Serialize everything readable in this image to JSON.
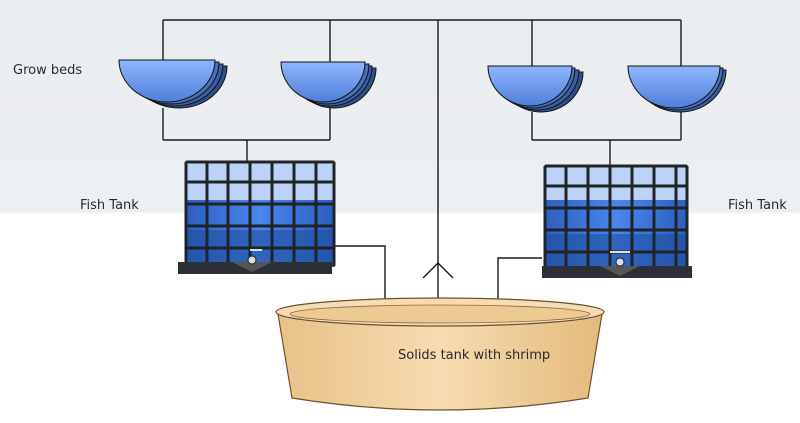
{
  "labels": {
    "grow_beds": "Grow beds",
    "fish_tank_left": "Fish Tank",
    "fish_tank_right": "Fish Tank",
    "solids_tank": "Solids tank with shrimp"
  },
  "colors": {
    "grow_bed": "#6f9cf2",
    "grow_bed_dark": "#3b5fa6",
    "water_tank": "#3c72d6",
    "tank_frame": "#2b2f36",
    "solids_tank": "#f2d4a4",
    "pipe": "#1a1a1a"
  }
}
